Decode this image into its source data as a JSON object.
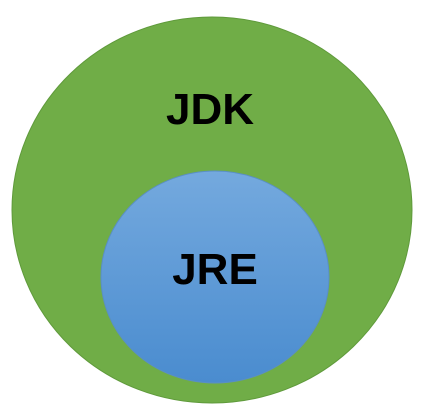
{
  "diagram": {
    "type": "nested-sets",
    "sets": [
      {
        "id": "jdk",
        "label": "JDK",
        "color": "#70ad47",
        "contains": [
          "jre"
        ]
      },
      {
        "id": "jre",
        "label": "JRE",
        "color": "#5b9bd5",
        "contains": []
      }
    ]
  }
}
